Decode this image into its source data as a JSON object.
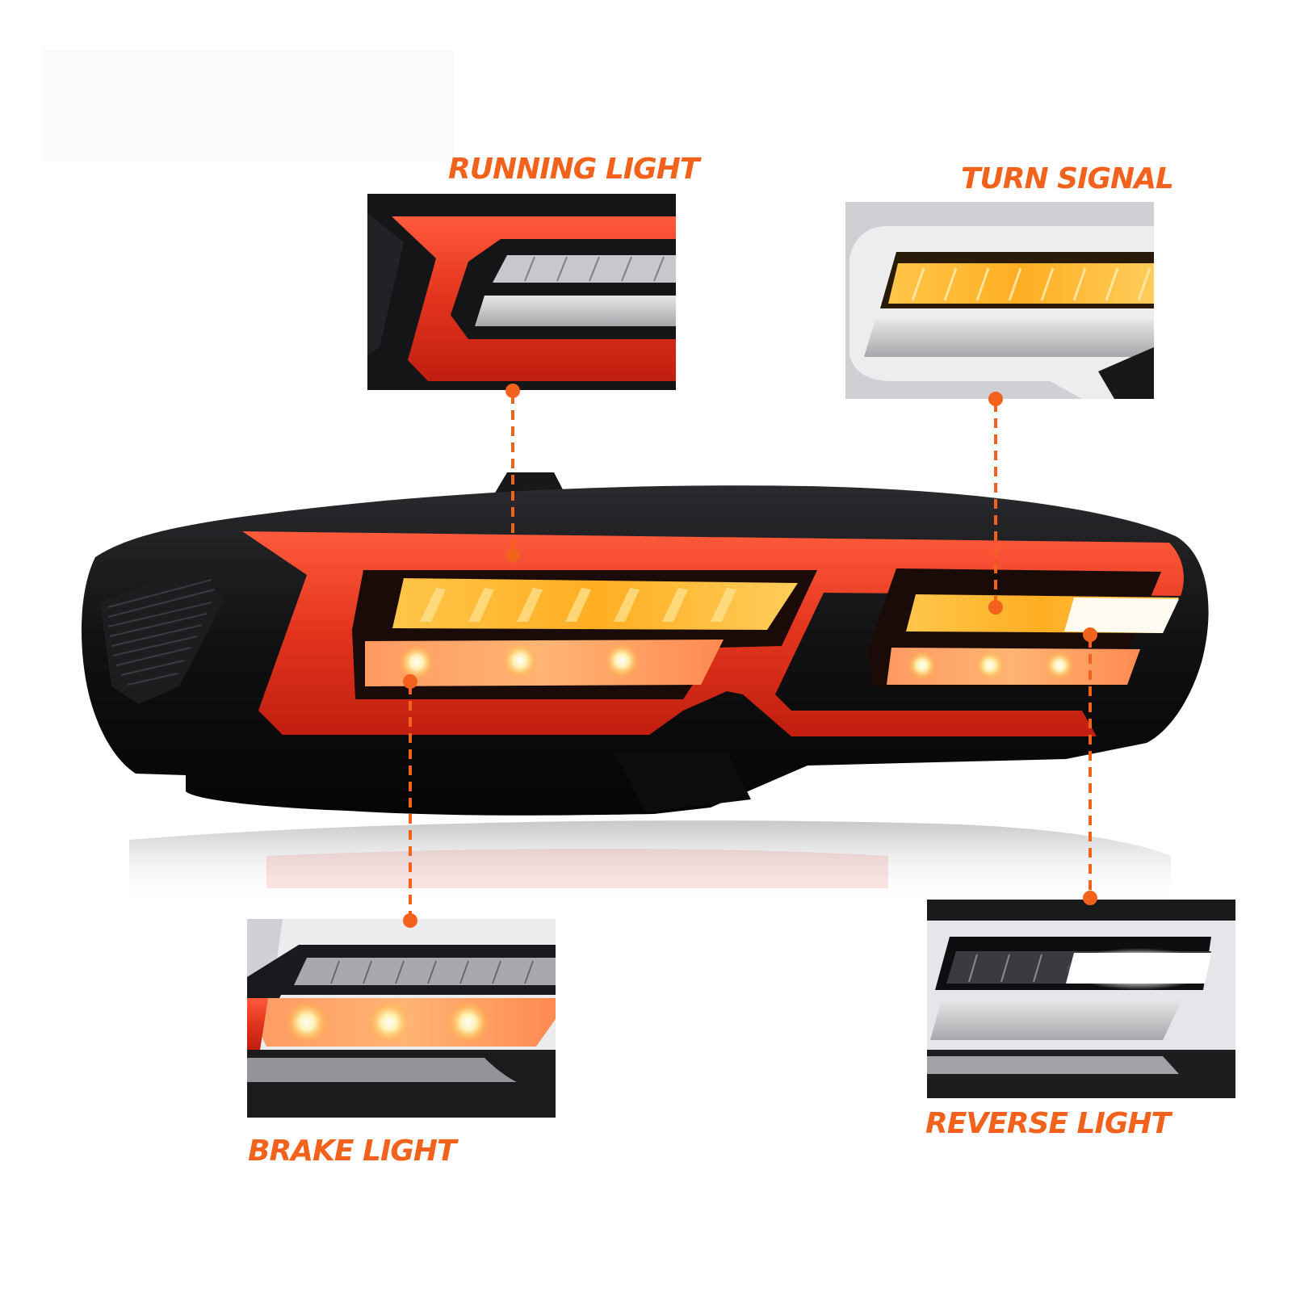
{
  "accent_color": "#f2621d",
  "lens_red": "#e2341d",
  "amber": "#ffb22a",
  "housing": "#121214",
  "callouts": {
    "running_light": "RUNNING LIGHT",
    "turn_signal": "TURN SIGNAL",
    "brake_light": "BRAKE LIGHT",
    "reverse_light": "REVERSE LIGHT"
  }
}
